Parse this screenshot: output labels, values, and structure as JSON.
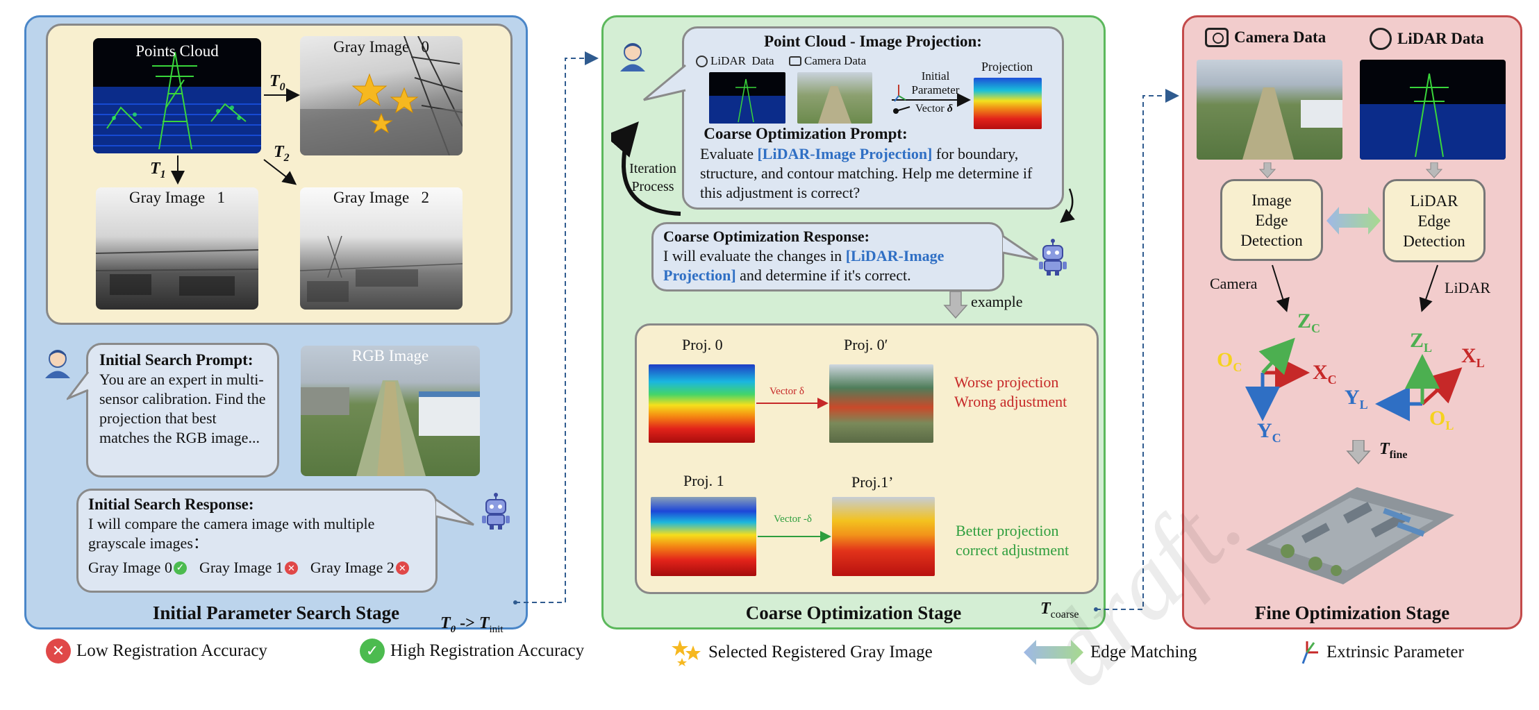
{
  "stage1": {
    "title": "Initial Parameter Search Stage",
    "points_cloud_label": "Points Cloud",
    "gray0_label": "Gray Image   0",
    "gray1_label": "Gray Image   1",
    "gray2_label": "Gray Image   2",
    "t0": "T",
    "t0_sub": "0",
    "t1": "T",
    "t1_sub": "1",
    "t2": "T",
    "t2_sub": "2",
    "rgb_label": "RGB Image",
    "prompt_title": "Initial Search Prompt:",
    "prompt_text": "You are an expert in multi-sensor calibration. Find the projection that best matches the RGB image...",
    "response_title": "Initial Search Response:",
    "response_text": "I will compare the camera image with multiple grayscale images：",
    "results": [
      {
        "label": "Gray Image 0",
        "ok": true
      },
      {
        "label": "Gray Image 1",
        "ok": false
      },
      {
        "label": "Gray Image 2",
        "ok": false
      }
    ],
    "tinit_a": "T",
    "tinit_a_sub": "0",
    "tinit_arrow": " -> ",
    "tinit_b": "T",
    "tinit_b_sub": "init"
  },
  "stage2": {
    "title": "Coarse Optimization Stage",
    "proj_title": "Point Cloud - Image Projection:",
    "lidar_data": "LiDAR  Data",
    "camera_data": "Camera Data",
    "initial_parameter": "Initial\nParameter",
    "vector_label": "Vector",
    "vector_sym": "δ",
    "projection_label": "Projection",
    "coarse_prompt_title": "Coarse Optimization Prompt:",
    "coarse_prompt_pre": "Evaluate ",
    "coarse_prompt_highlight": "[LiDAR-Image Projection]",
    "coarse_prompt_post": " for boundary, structure, and contour matching. Help me determine if this adjustment is correct?",
    "iteration_label": "Iteration\nProcess",
    "response_title": "Coarse Optimization Response:",
    "response_pre": "I will evaluate the changes in ",
    "response_highlight": "[LiDAR-Image Projection]",
    "response_post": "  and determine if it's correct.",
    "example_label": "example",
    "proj0": "Proj. 0",
    "proj0p": "Proj. 0′",
    "proj1": "Proj. 1",
    "proj1p": "Proj.1’",
    "vec_pos": "Vector δ",
    "vec_neg": "Vector -δ",
    "worse1": "Worse projection",
    "worse2": "Wrong adjustment",
    "better1": "Better projection",
    "better2": "correct adjustment",
    "tcoarse": "T",
    "tcoarse_sub": "coarse"
  },
  "stage3": {
    "title": "Fine Optimization Stage",
    "camera_data": "Camera Data",
    "lidar_data": "LiDAR Data",
    "image_edge": "Image\nEdge\nDetection",
    "lidar_edge": "LiDAR\nEdge\nDetection",
    "camera_label": "Camera",
    "lidar_label": "LiDAR",
    "oc": "O",
    "oc_sub": "C",
    "xc": "X",
    "xc_sub": "C",
    "yc": "Y",
    "yc_sub": "C",
    "zc": "Z",
    "zc_sub": "C",
    "ol": "O",
    "ol_sub": "L",
    "xl": "X",
    "xl_sub": "L",
    "yl": "Y",
    "yl_sub": "L",
    "zl": "Z",
    "zl_sub": "L",
    "tfine": "T",
    "tfine_sub": "fine"
  },
  "legend": {
    "low": "Low Registration Accuracy",
    "high": "High Registration Accuracy",
    "selected": "Selected Registered Gray Image",
    "edge": "Edge Matching",
    "extrinsic": "Extrinsic Parameter"
  },
  "watermark": "draft."
}
